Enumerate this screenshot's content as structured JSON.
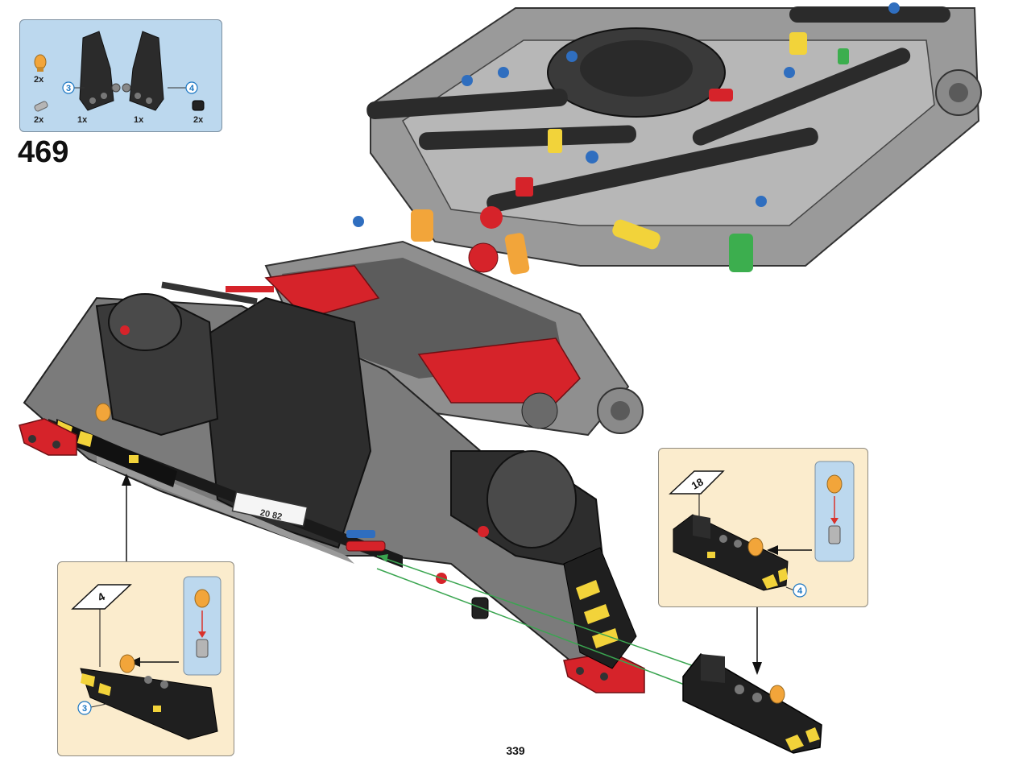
{
  "step": {
    "number": "469"
  },
  "page": {
    "number": "339"
  },
  "parts_list": {
    "items": [
      {
        "name": "orange-light-element",
        "qty": "2x"
      },
      {
        "name": "grey-pin",
        "qty": "2x"
      },
      {
        "name": "black-panel-left",
        "qty": "1x",
        "ref": "3"
      },
      {
        "name": "black-panel-right",
        "qty": "1x",
        "ref": "4"
      },
      {
        "name": "black-bush",
        "qty": "2x"
      }
    ]
  },
  "callouts": {
    "left": {
      "sticker": "4",
      "ref": "3"
    },
    "right": {
      "sticker": "18",
      "ref": "4"
    }
  },
  "model_labels": {
    "plate_text": "20 82"
  },
  "colors": {
    "parts_box_bg": "#bcd8ee",
    "callout_bg": "#fbeccd",
    "ref_number": "#1a76c2",
    "guide_line": "#3aa550",
    "insert_arrow": "#d9322b",
    "brick_red": "#d6232a",
    "brick_black": "#2a2a2a",
    "brick_grey": "#9a9a9a",
    "light_orange": "#f2a53a"
  }
}
